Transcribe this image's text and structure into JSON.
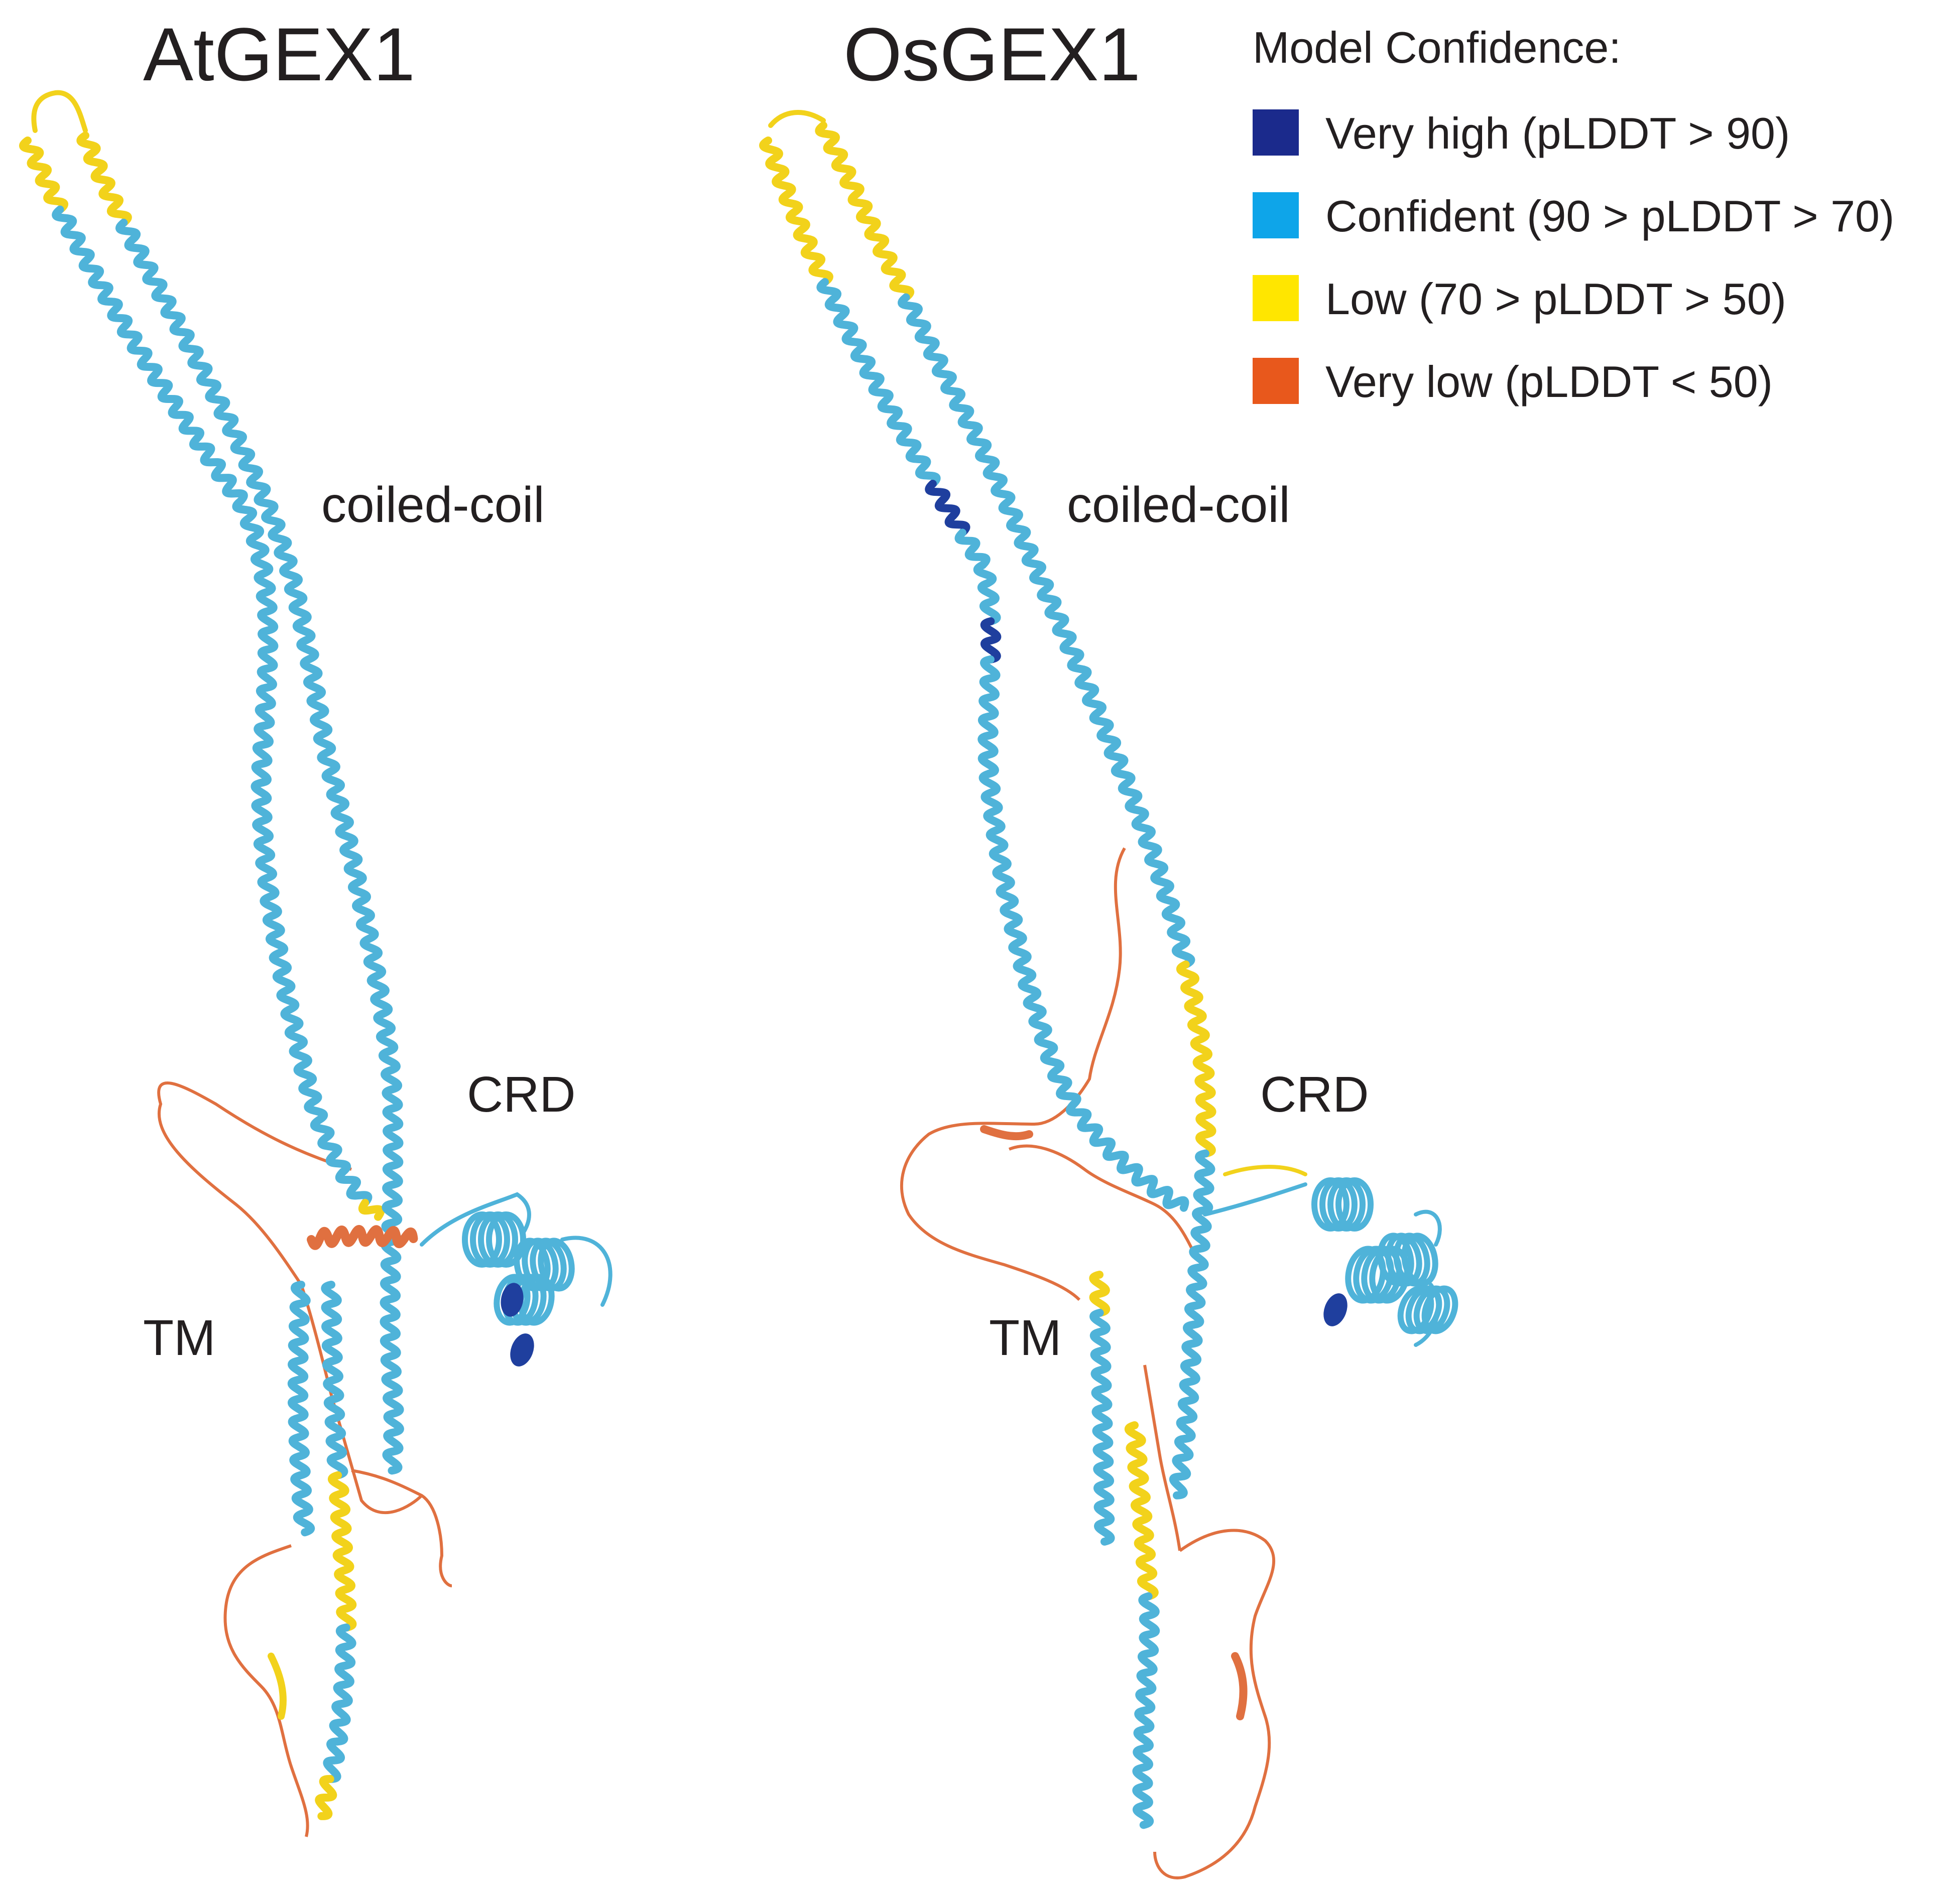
{
  "panels": [
    {
      "title": "AtGEX1",
      "labels": {
        "coiled_coil": "coiled-coil",
        "crd": "CRD",
        "tm": "TM"
      }
    },
    {
      "title": "OsGEX1",
      "labels": {
        "coiled_coil": "coiled-coil",
        "crd": "CRD",
        "tm": "TM"
      }
    }
  ],
  "legend": {
    "title": "Model Confidence:",
    "items": [
      {
        "label": "Very high (pLDDT > 90)",
        "color": "#1b2a8c"
      },
      {
        "label": "Confident (90 > pLDDT > 70)",
        "color": "#0ea5e9"
      },
      {
        "label": "Low (70 > pLDDT > 50)",
        "color": "#ffe600"
      },
      {
        "label": "Very low (pLDDT < 50)",
        "color": "#e8581c"
      }
    ]
  },
  "structure_colors": {
    "confident": "#4fb3d9",
    "very_high": "#1f3f9e",
    "low": "#f2d21b",
    "very_low": "#e07040"
  }
}
